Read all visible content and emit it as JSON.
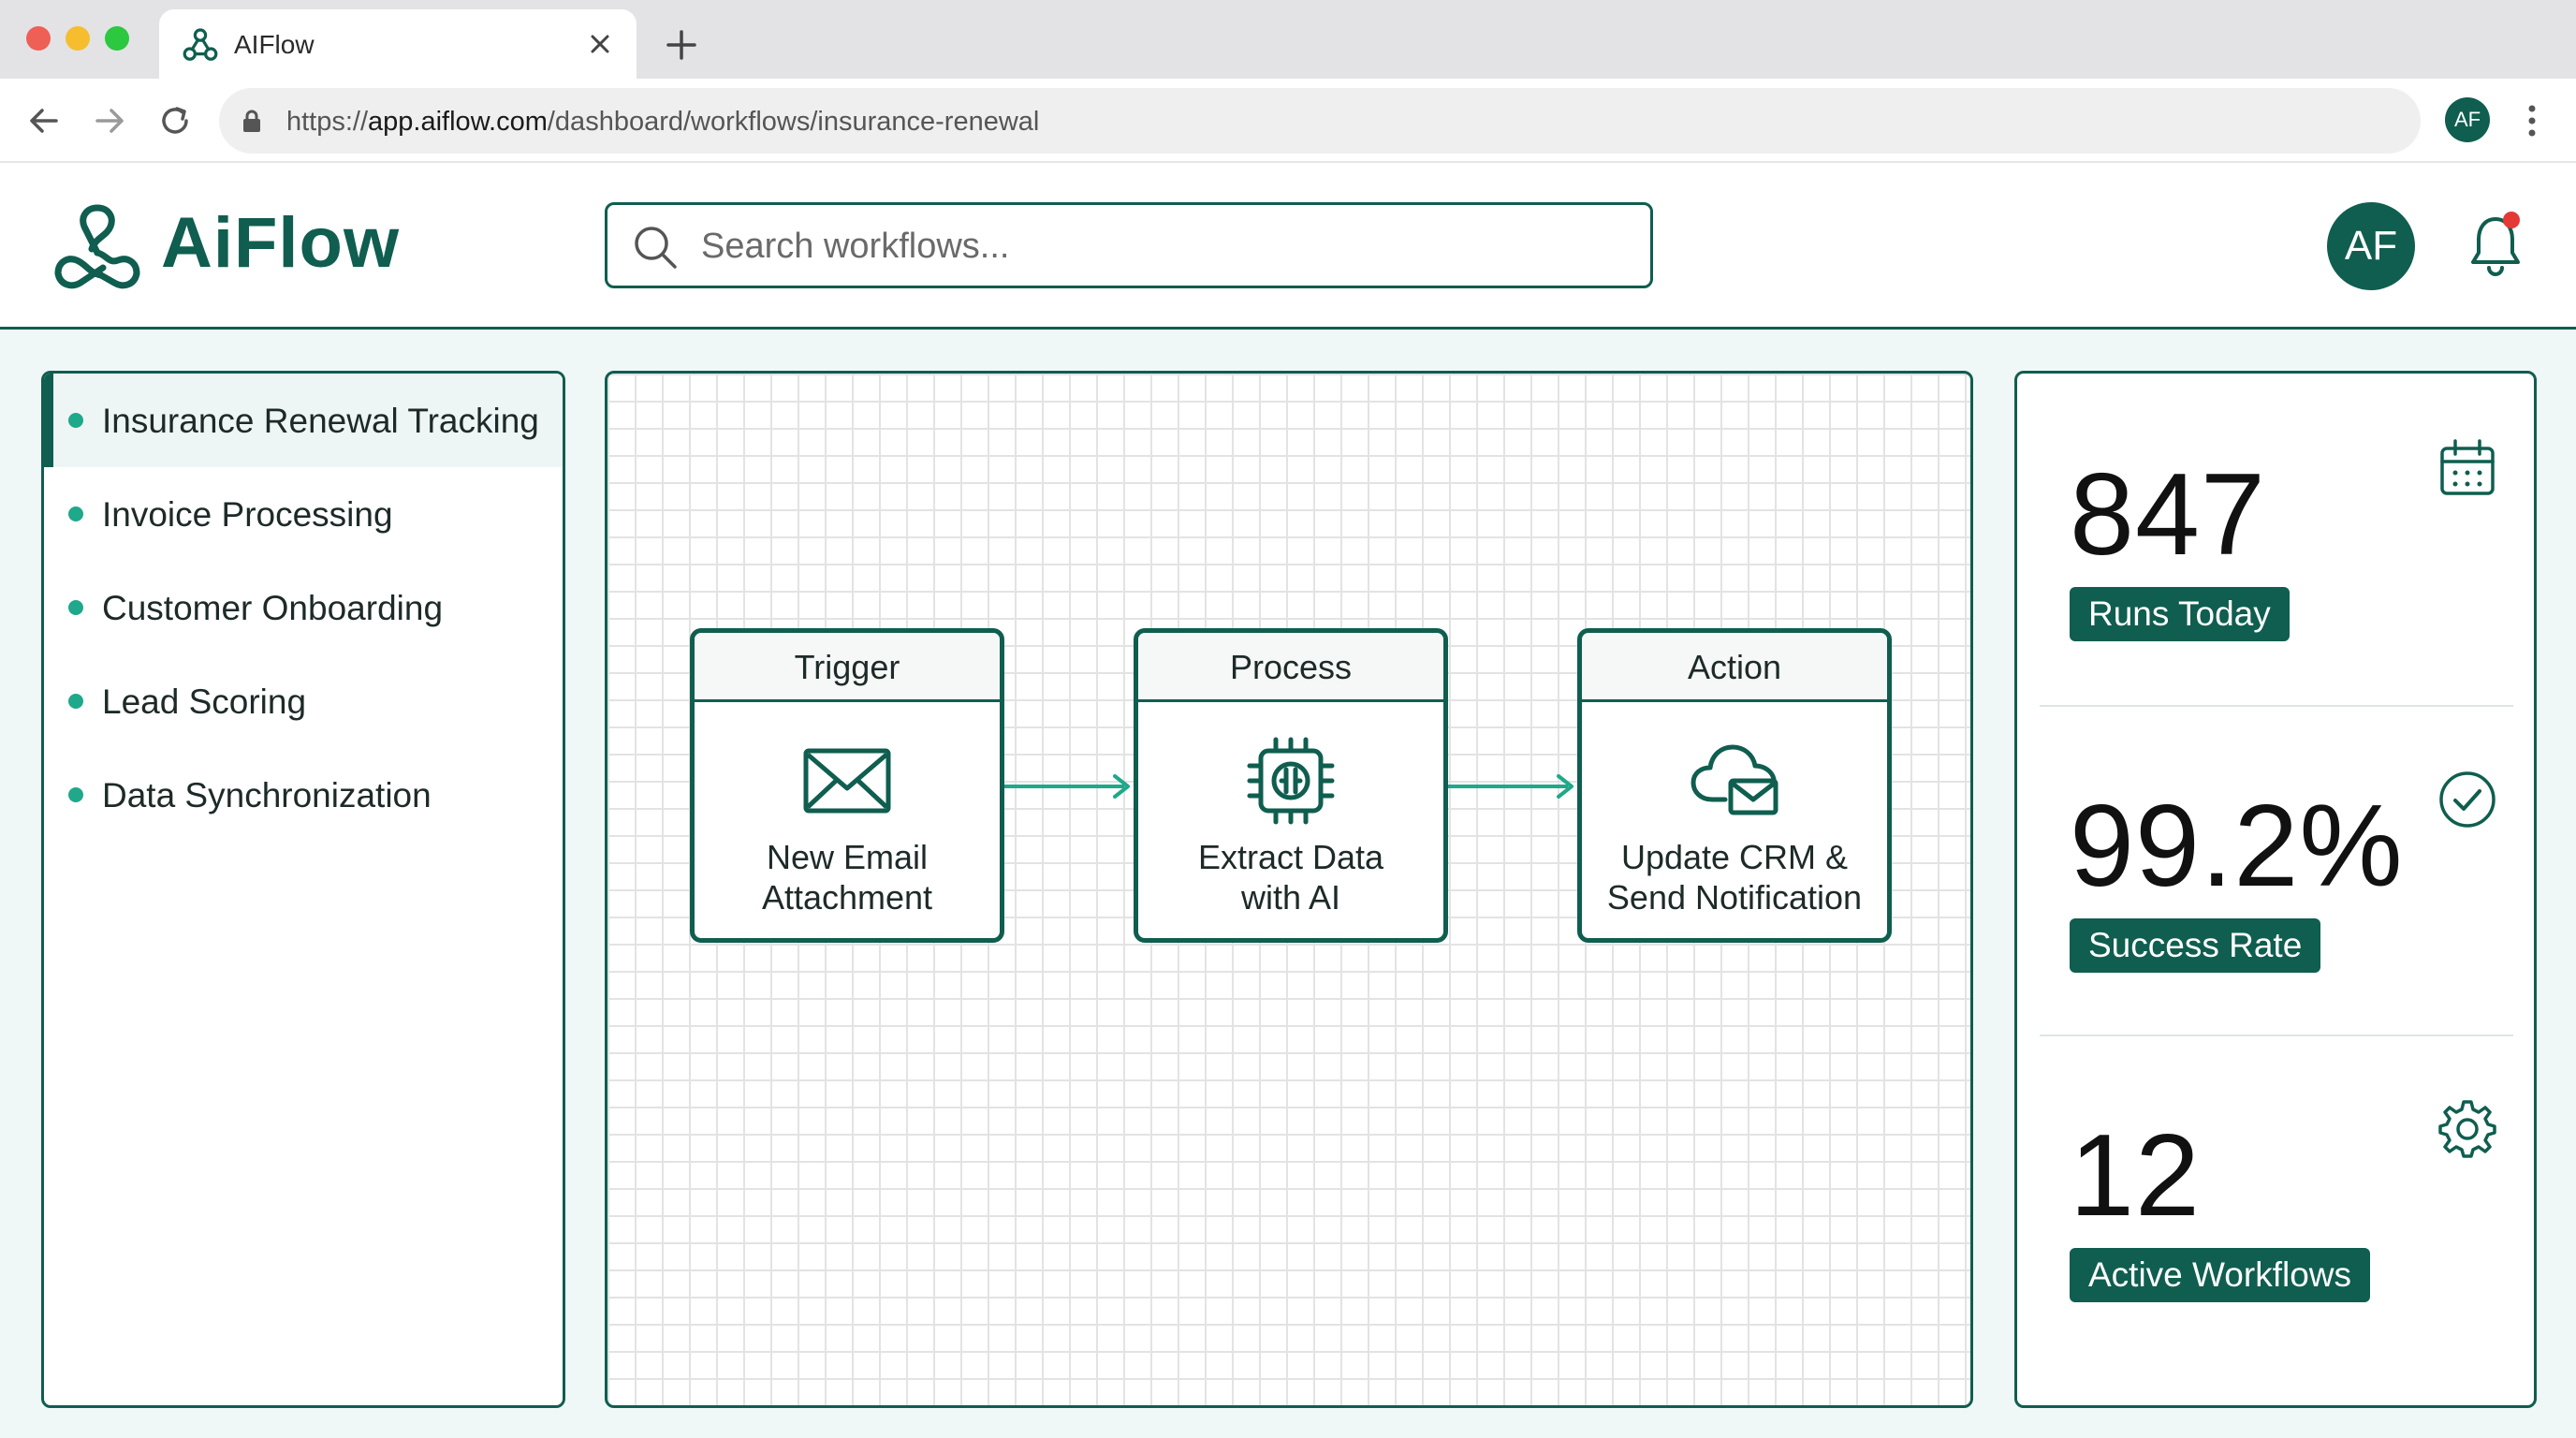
{
  "browser": {
    "tab_title": "AIFlow",
    "url_scheme": "https://",
    "url_host": "app.aiflow.com",
    "url_path": "/dashboard/workflows/insurance-renewal",
    "profile_initials": "AF"
  },
  "header": {
    "brand": "AiFlow",
    "search_placeholder": "Search workflows...",
    "user_initials": "AF",
    "has_notification": true
  },
  "sidebar": {
    "items": [
      {
        "label": "Insurance Renewal Tracking",
        "active": true
      },
      {
        "label": "Invoice Processing",
        "active": false
      },
      {
        "label": "Customer Onboarding",
        "active": false
      },
      {
        "label": "Lead Scoring",
        "active": false
      },
      {
        "label": "Data Synchronization",
        "active": false
      }
    ]
  },
  "workflow": {
    "nodes": [
      {
        "type": "Trigger",
        "label": "New Email\nAttachment",
        "icon": "envelope-icon"
      },
      {
        "type": "Process",
        "label": "Extract Data\nwith AI",
        "icon": "ai-chip-icon"
      },
      {
        "type": "Action",
        "label": "Update CRM &\nSend Notification",
        "icon": "cloud-mail-icon"
      }
    ]
  },
  "stats": [
    {
      "value": "847",
      "label": "Runs Today",
      "icon": "calendar-icon"
    },
    {
      "value": "99.2%",
      "label": "Success Rate",
      "icon": "check-circle-icon"
    },
    {
      "value": "12",
      "label": "Active Workflows",
      "icon": "gear-icon"
    }
  ],
  "colors": {
    "brand": "#0f5e4f",
    "accent": "#1fa88a",
    "notification": "#e53935"
  }
}
